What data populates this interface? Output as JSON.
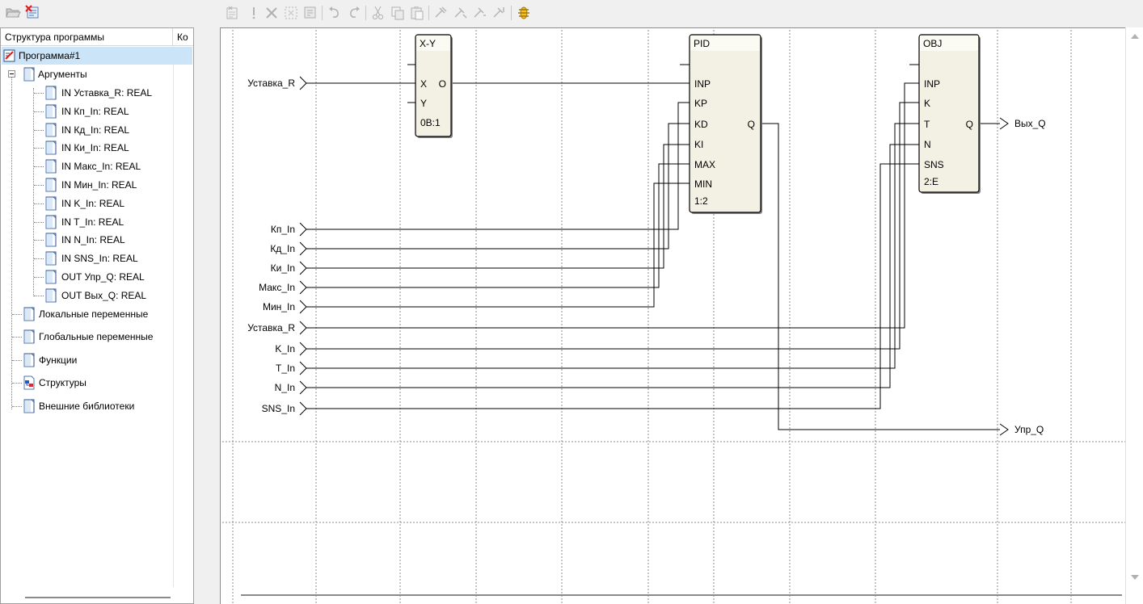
{
  "tree": {
    "header_col1": "Структура программы",
    "header_col2": "Ко",
    "root_label": "Программа#1",
    "arguments_label": "Аргументы",
    "arguments": [
      "IN Уставка_R: REAL",
      "IN Кп_In: REAL",
      "IN Кд_In: REAL",
      "IN Ки_In: REAL",
      "IN Макс_In: REAL",
      "IN Мин_In: REAL",
      "IN K_In: REAL",
      "IN T_In: REAL",
      "IN N_In: REAL",
      "IN SNS_In: REAL",
      "OUT Упр_Q: REAL",
      "OUT Вых_Q: REAL"
    ],
    "sections": [
      "Локальные переменные",
      "Глобальные переменные",
      "Функции",
      "Структуры",
      "Внешние библиотеки"
    ]
  },
  "diagram": {
    "block_xy": {
      "title": "X-Y",
      "pins_in": [
        "X",
        "Y"
      ],
      "pin_out": "O",
      "footer": "0B:1"
    },
    "block_pid": {
      "title": "PID",
      "pins_in": [
        "INP",
        "KP",
        "KD",
        "KI",
        "MAX",
        "MIN"
      ],
      "pin_out": "Q",
      "footer": "1:2"
    },
    "block_obj": {
      "title": "OBJ",
      "pins_in": [
        "INP",
        "K",
        "T",
        "N",
        "SNS"
      ],
      "pin_out": "Q",
      "footer": "2:E"
    },
    "input_top": "Уставка_R",
    "inputs": [
      "Кп_In",
      "Кд_In",
      "Ки_In",
      "Макс_In",
      "Мин_In",
      "Уставка_R",
      "K_In",
      "T_In",
      "N_In",
      "SNS_In"
    ],
    "outputs": [
      "Вых_Q",
      "Упр_Q"
    ]
  }
}
